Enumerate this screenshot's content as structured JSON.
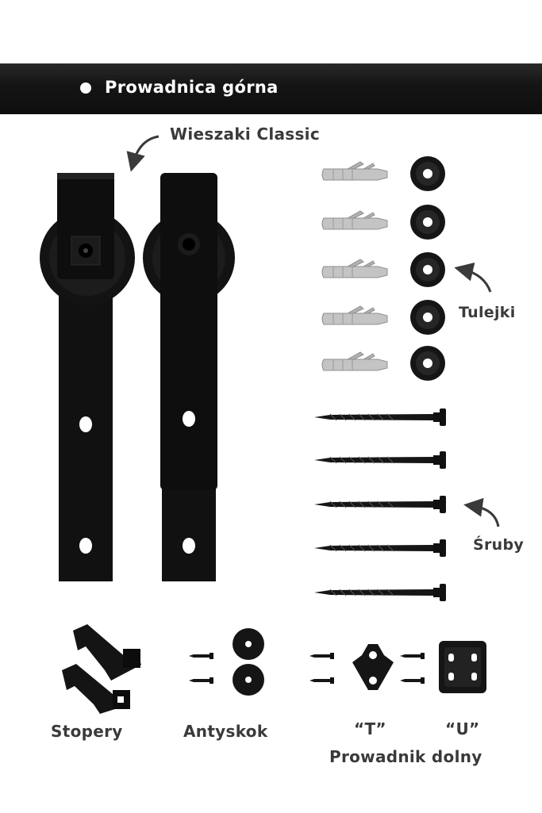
{
  "labels": {
    "top_rail": "Prowadnica górna",
    "hangers": "Wieszaki Classic",
    "sleeves": "Tulejki",
    "screws": "Śruby",
    "stoppers": "Stopery",
    "anti_jump": "Antyskok",
    "t_guide": "“T”",
    "u_guide": "“U”",
    "bottom_guide": "Prowadnik dolny"
  },
  "colors": {
    "hardware": "#111111",
    "anchor": "#b8b8b8",
    "label": "#3a3a3a",
    "rail_text": "#ffffff"
  }
}
